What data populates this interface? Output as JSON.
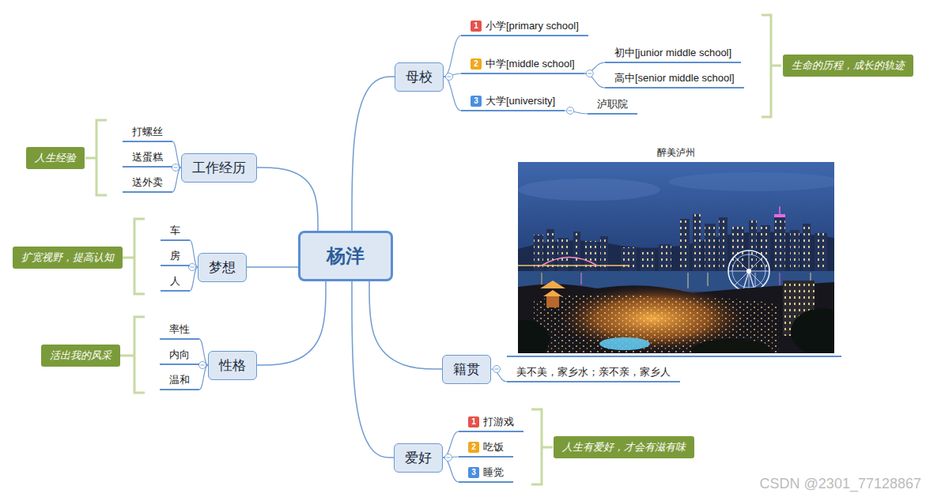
{
  "diagram": {
    "nodes": [
      {
        "text": [
          "杨洋"
        ]
      },
      {
        "text": [
          "母校"
        ]
      },
      {
        "text": [
          "1",
          "小学[primary school]"
        ]
      },
      {
        "text": [
          "2",
          "中学[middle school]"
        ]
      },
      {
        "text": [
          "初中[junior middle school]"
        ]
      },
      {
        "text": [
          "高中[senior middle school]"
        ]
      },
      {
        "text": [
          "3",
          "大学[university]"
        ]
      },
      {
        "text": [
          "泸职院"
        ]
      },
      {
        "text": [
          "生命的历程，成长的轨迹"
        ]
      },
      {
        "text": [
          "工作经历"
        ]
      },
      {
        "text": [
          "打螺丝"
        ]
      },
      {
        "text": [
          "送蛋糕"
        ]
      },
      {
        "text": [
          "送外卖"
        ]
      },
      {
        "text": [
          "人生经验"
        ]
      },
      {
        "text": [
          "梦想"
        ]
      },
      {
        "text": [
          "车"
        ]
      },
      {
        "text": [
          "房"
        ]
      },
      {
        "text": [
          "人"
        ]
      },
      {
        "text": [
          "扩宽视野，提高认知"
        ]
      },
      {
        "text": [
          "性格"
        ]
      },
      {
        "text": [
          "率性"
        ]
      },
      {
        "text": [
          "内向"
        ]
      },
      {
        "text": [
          "温和"
        ]
      },
      {
        "text": [
          "活出我的风采"
        ]
      },
      {
        "text": [
          "籍贯"
        ]
      },
      {
        "text": [
          "美不美，家乡水；亲不亲，家乡人"
        ]
      },
      {
        "text": [
          "爱好"
        ]
      },
      {
        "text": [
          "1",
          "打游戏"
        ]
      },
      {
        "text": [
          "2",
          "吃饭"
        ]
      },
      {
        "text": [
          "3",
          "睡觉"
        ]
      },
      {
        "text": [
          "人生有爱好，才会有滋有味"
        ]
      }
    ],
    "edges": [
      {
        "from": 0,
        "to": 1,
        "arrow": "none"
      },
      {
        "from": 1,
        "to": 2,
        "arrow": "none"
      },
      {
        "from": 1,
        "to": 3,
        "arrow": "none"
      },
      {
        "from": 3,
        "to": 4,
        "arrow": "none"
      },
      {
        "from": 3,
        "to": 5,
        "arrow": "none"
      },
      {
        "from": 1,
        "to": 6,
        "arrow": "none"
      },
      {
        "from": 6,
        "to": 7,
        "arrow": "none"
      },
      {
        "from": 0,
        "to": 9,
        "arrow": "none"
      },
      {
        "from": 9,
        "to": 10,
        "arrow": "none"
      },
      {
        "from": 9,
        "to": 11,
        "arrow": "none"
      },
      {
        "from": 9,
        "to": 12,
        "arrow": "none"
      },
      {
        "from": 0,
        "to": 14,
        "arrow": "none"
      },
      {
        "from": 14,
        "to": 15,
        "arrow": "none"
      },
      {
        "from": 14,
        "to": 16,
        "arrow": "none"
      },
      {
        "from": 14,
        "to": 17,
        "arrow": "none"
      },
      {
        "from": 0,
        "to": 19,
        "arrow": "none"
      },
      {
        "from": 19,
        "to": 20,
        "arrow": "none"
      },
      {
        "from": 19,
        "to": 21,
        "arrow": "none"
      },
      {
        "from": 19,
        "to": 22,
        "arrow": "none"
      },
      {
        "from": 0,
        "to": 24,
        "arrow": "none"
      },
      {
        "from": 24,
        "to": 25,
        "arrow": "none"
      },
      {
        "from": 0,
        "to": 26,
        "arrow": "none"
      },
      {
        "from": 26,
        "to": 27,
        "arrow": "none"
      },
      {
        "from": 26,
        "to": 28,
        "arrow": "none"
      },
      {
        "from": 26,
        "to": 29,
        "arrow": "none"
      }
    ],
    "labels": [
      "醉美泸州",
      "CSDN @2301_77128867"
    ]
  }
}
